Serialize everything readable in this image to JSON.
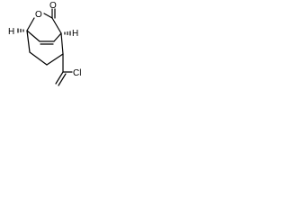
{
  "molecule": {
    "atoms": {
      "ring_oxygen": "O",
      "carbonyl_oxygen": "O",
      "chlorine": "Cl",
      "stereo_h_left": "H",
      "stereo_h_right": "H"
    },
    "stereo_marks": {
      "left_hash": "'''",
      "right_hash": "'''"
    }
  }
}
